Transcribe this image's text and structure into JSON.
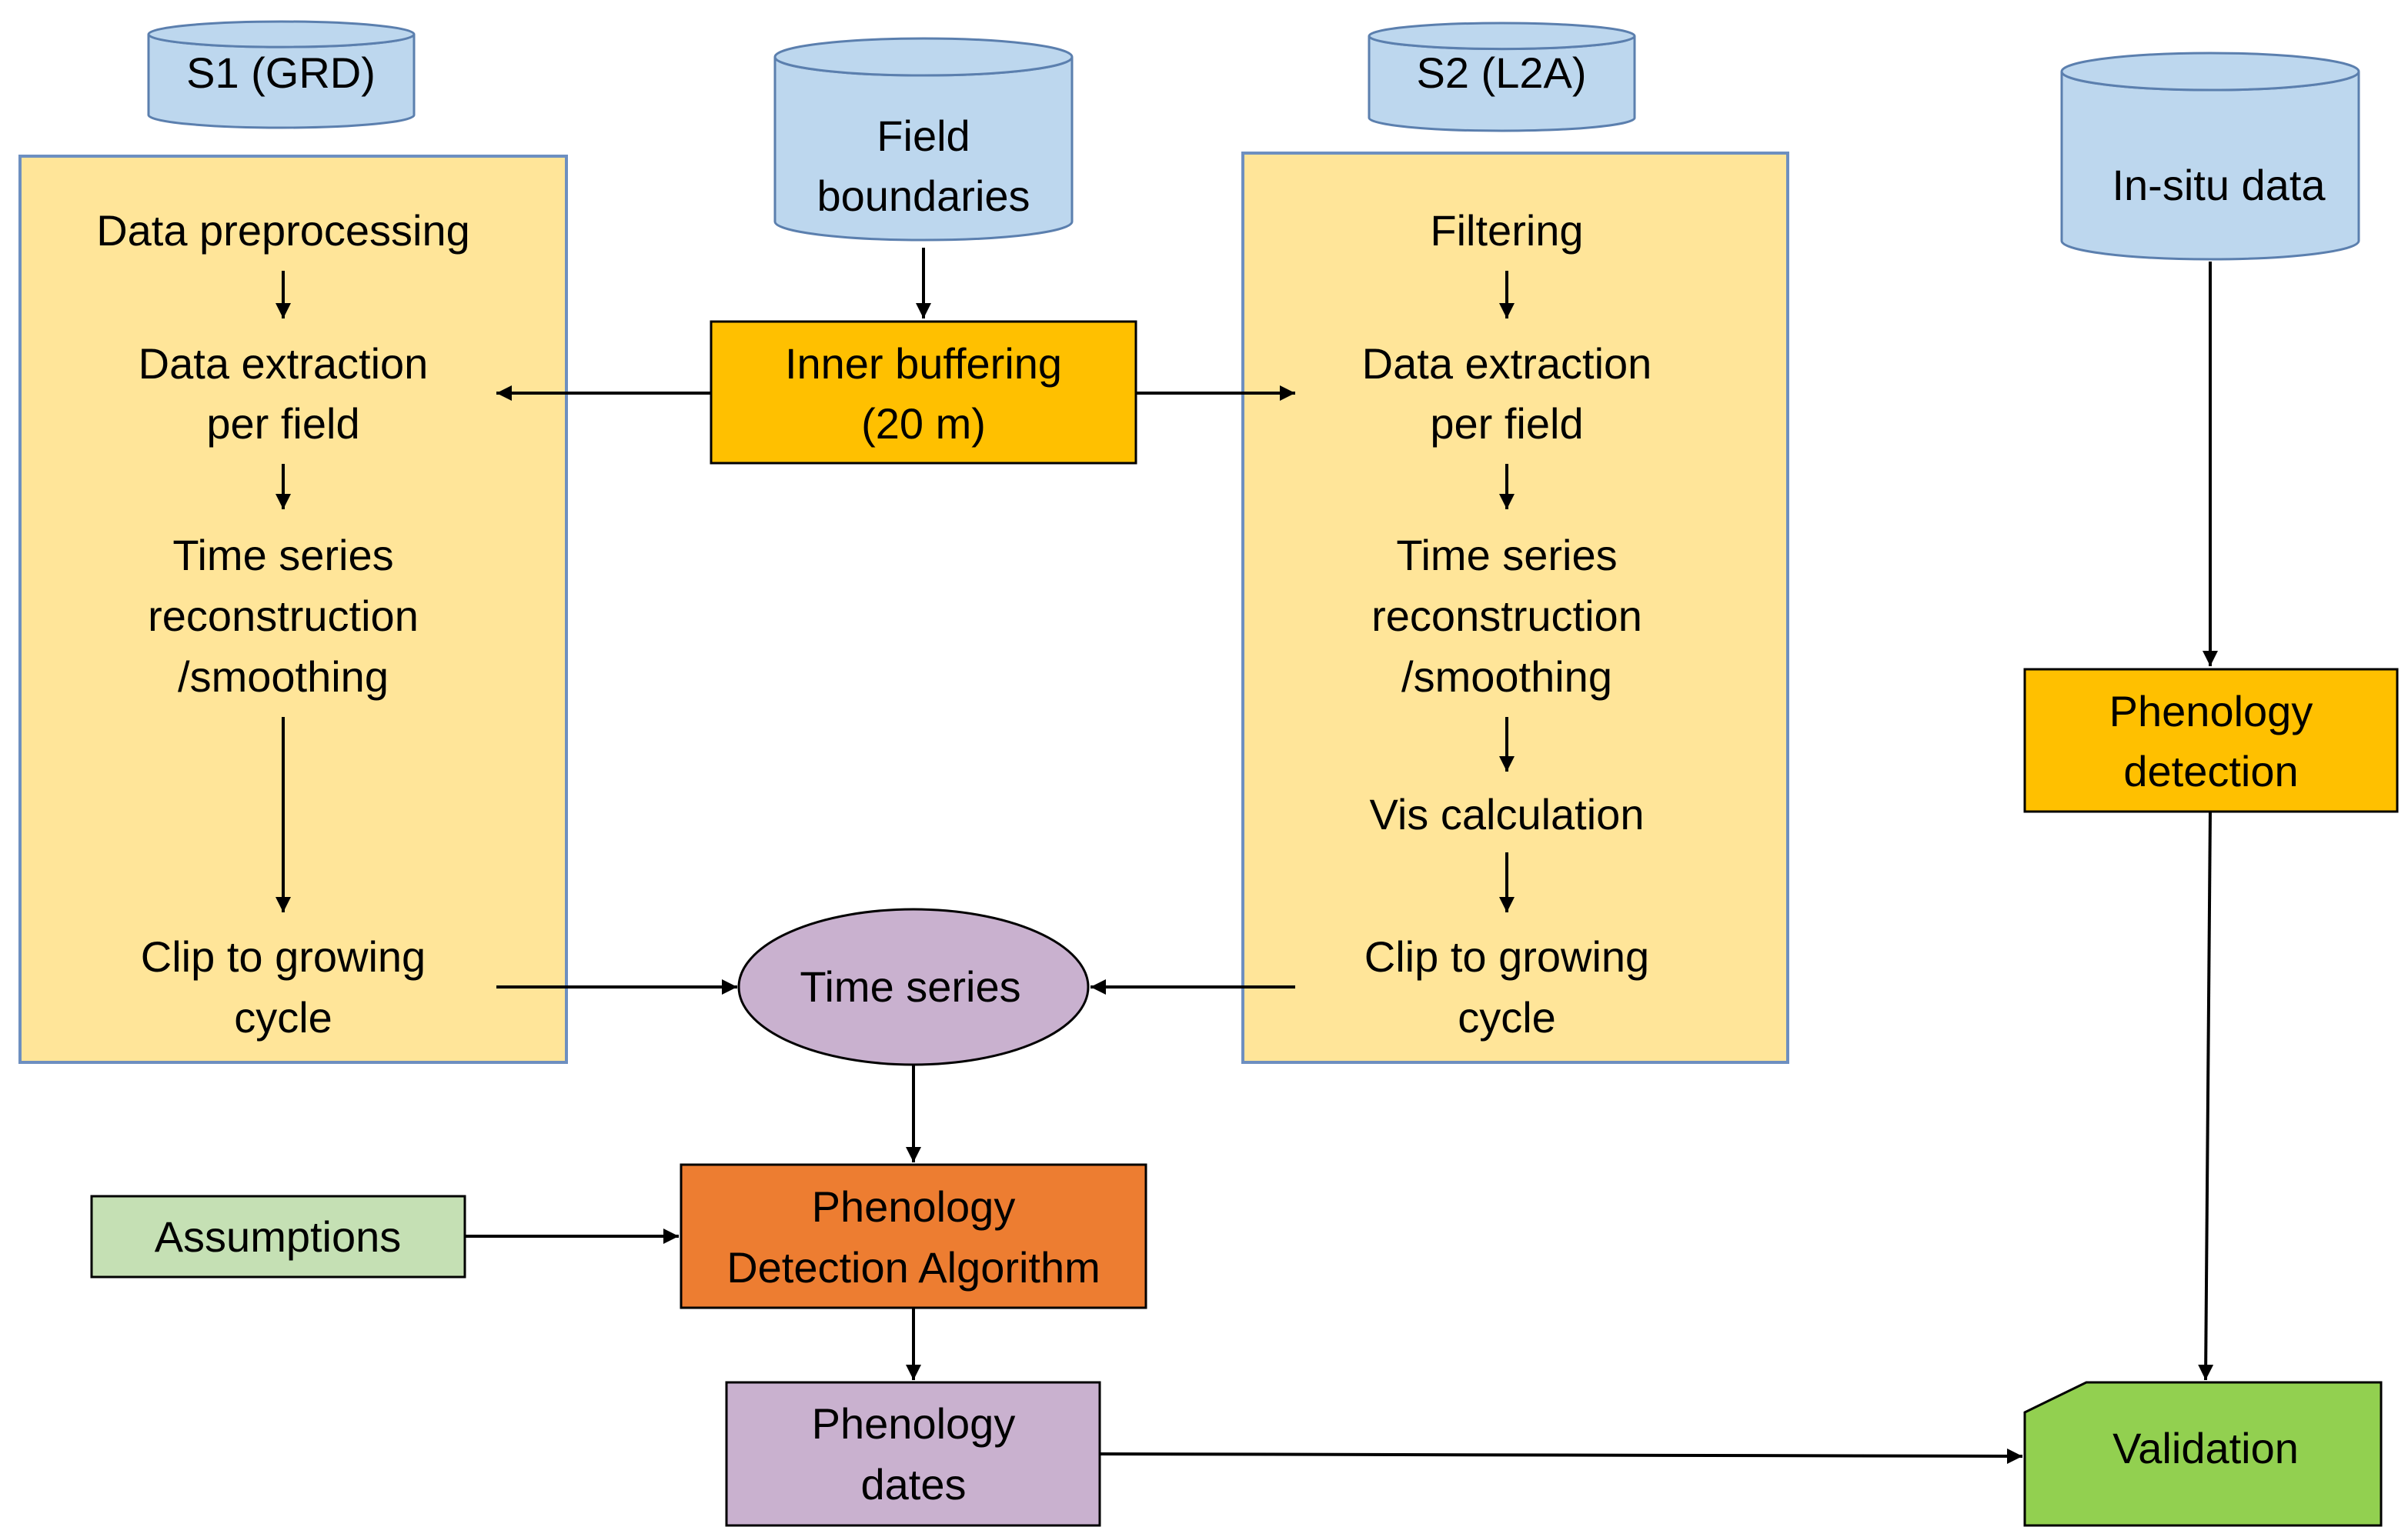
{
  "colors": {
    "panel_fill": "#ffe599",
    "panel_stroke": "#6d8fc0",
    "cylinder_fill": "#bdd7ee",
    "cylinder_stroke": "#5b7fae",
    "process_orange": "#ffc000",
    "algorithm_orange": "#ed7d31",
    "ellipse_purple": "#c9b1cf",
    "assumptions_green": "#c5e0b4",
    "validation_green": "#92d050",
    "arrow": "#000000"
  },
  "sources": {
    "s1": "S1 (GRD)",
    "field": [
      "Field",
      "boundaries"
    ],
    "s2": "S2 (L2A)",
    "insitu": "In-situ data"
  },
  "s1_panel": {
    "step1": "Data preprocessing",
    "step2": [
      "Data extraction",
      "per field"
    ],
    "step3": [
      "Time series",
      "reconstruction",
      "/smoothing"
    ],
    "step4": [
      "Clip to growing",
      "cycle"
    ]
  },
  "s2_panel": {
    "step1": "Filtering",
    "step2": [
      "Data extraction",
      "per field"
    ],
    "step3": [
      "Time series",
      "reconstruction",
      "/smoothing"
    ],
    "step4": "Vis calculation",
    "step5": [
      "Clip to growing",
      "cycle"
    ]
  },
  "nodes": {
    "buffering": [
      "Inner buffering",
      "(20 m)"
    ],
    "time_series": "Time series",
    "algorithm": [
      "Phenology",
      "Detection Algorithm"
    ],
    "assumptions": "Assumptions",
    "dates": [
      "Phenology",
      "dates"
    ],
    "phenology_detection": [
      "Phenology",
      "detection"
    ],
    "validation": "Validation"
  }
}
